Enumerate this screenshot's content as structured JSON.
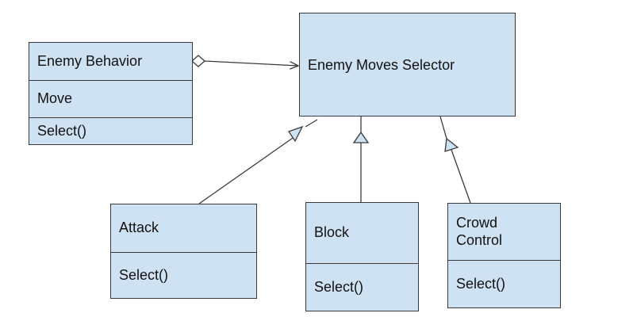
{
  "diagram": {
    "enemy_behavior": {
      "name": "Enemy Behavior",
      "attribute": "Move",
      "method": "Select()"
    },
    "enemy_moves_selector": {
      "name": "Enemy Moves Selector"
    },
    "attack": {
      "name": "Attack",
      "method": "Select()"
    },
    "block": {
      "name": "Block",
      "method": "Select()"
    },
    "crowd_control": {
      "name": "Crowd\nControl",
      "method": "Select()"
    },
    "colors": {
      "box_fill": "#cfe2f3",
      "stroke": "#3a3a3a",
      "text": "#111111"
    }
  }
}
